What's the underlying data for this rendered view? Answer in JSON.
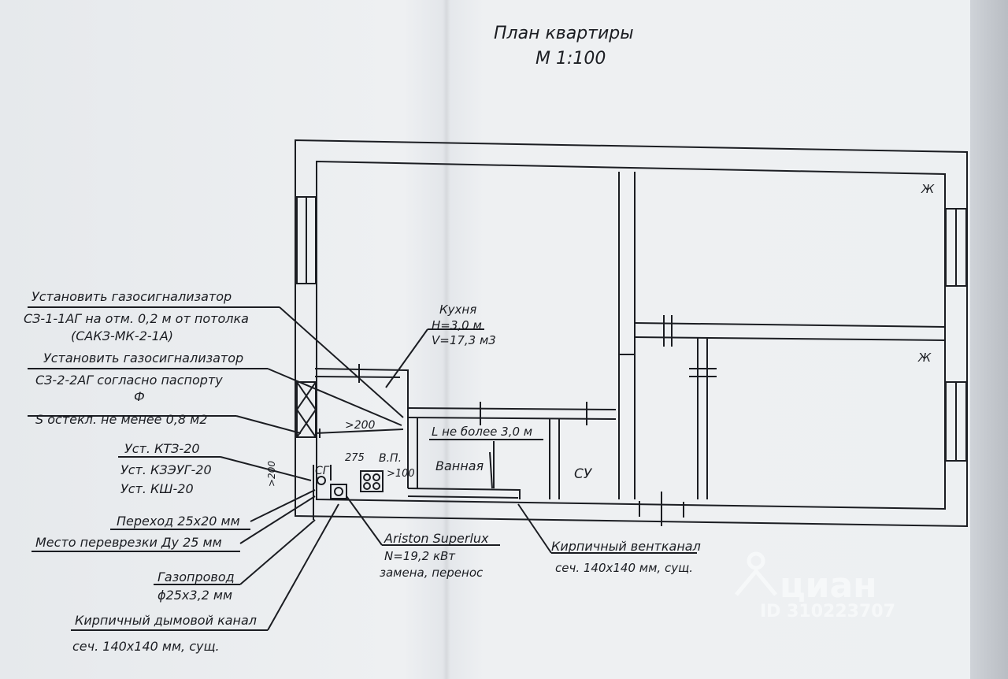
{
  "title": {
    "line1": "План квартиры",
    "line2": "М 1:100"
  },
  "rooms": {
    "kitchen_name": "Кухня",
    "kitchen_h": "H=3,0 м",
    "kitchen_v": "V=17,3 м3",
    "bath": "Ванная",
    "wc": "СУ",
    "living1_mark": "Ж",
    "living2_mark": "Ж"
  },
  "dims": {
    "d200a": ">200",
    "d275": "275",
    "d100": ">100",
    "d200v": ">200",
    "sg": "СГ",
    "vp": "В.П.",
    "vent_len": "L не более 3,0 м"
  },
  "notes": {
    "n1_l1": "Установить газосигнализатор",
    "n1_l2": "СЗ-1-1АГ на отм. 0,2 м от потолка",
    "n1_l3": "(САКЗ-МК-2-1А)",
    "n2_l1": "Установить газосигнализатор",
    "n2_l2": "СЗ-2-2АГ согласно паспорту",
    "n2_l3": "Ф",
    "n3": "S остекл. не менее 0,8 м2",
    "n4_l1": "Уст. КТЗ-20",
    "n4_l2": "Уст. КЗЭУГ-20",
    "n4_l3": "Уст. КШ-20",
    "n5": "Переход 25х20 мм",
    "n6": "Место переврезки Ду 25 мм",
    "n7_l1": "Газопровод",
    "n7_l2": "ϕ25х3,2 мм",
    "n8_l1": "Кирпичный дымовой канал",
    "n8_l2": "сеч. 140х140 мм, сущ.",
    "n9_l1": "Ariston Superlux",
    "n9_l2": "N=19,2 кВт",
    "n9_l3": "замена, перенос",
    "n10_l1": "Кирпичный вентканал",
    "n10_l2": "сеч. 140х140 мм, сущ."
  },
  "watermark": {
    "brand": "циан",
    "id": "ID 310223707"
  },
  "colors": {
    "ink": "#1b1d22",
    "paper": "#eceef0"
  }
}
